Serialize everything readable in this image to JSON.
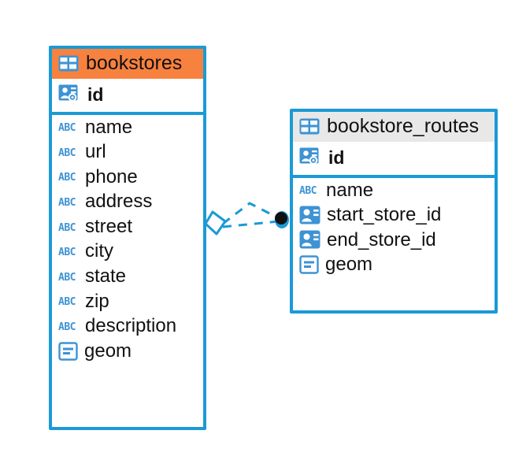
{
  "diagram": {
    "type": "entity-relationship-diagram",
    "colors": {
      "border": "#1b9ad6",
      "header_highlight": "#f7813f",
      "header_default": "#e8e8e8",
      "icon_blue": "#3d93d4",
      "text": "#111111",
      "connector_line": "#1b9ad6",
      "connector_endpoint": "#000000"
    },
    "entities": [
      {
        "name": "bookstores",
        "header_icon": "table-icon",
        "header_style": "accent-orange",
        "primary_key": {
          "label": "id",
          "icon": "primary-key-icon",
          "type": "pk"
        },
        "fields": [
          {
            "label": "name",
            "icon": "text-field-icon",
            "type": "abc"
          },
          {
            "label": "url",
            "icon": "text-field-icon",
            "type": "abc"
          },
          {
            "label": "phone",
            "icon": "text-field-icon",
            "type": "abc"
          },
          {
            "label": "address",
            "icon": "text-field-icon",
            "type": "abc"
          },
          {
            "label": "street",
            "icon": "text-field-icon",
            "type": "abc"
          },
          {
            "label": "city",
            "icon": "text-field-icon",
            "type": "abc"
          },
          {
            "label": "state",
            "icon": "text-field-icon",
            "type": "abc"
          },
          {
            "label": "zip",
            "icon": "text-field-icon",
            "type": "abc"
          },
          {
            "label": "description",
            "icon": "text-field-icon",
            "type": "abc"
          },
          {
            "label": "geom",
            "icon": "geometry-field-icon",
            "type": "geom"
          }
        ]
      },
      {
        "name": "bookstore_routes",
        "header_icon": "table-icon",
        "header_style": "accent-grey",
        "primary_key": {
          "label": "id",
          "icon": "primary-key-icon",
          "type": "pk"
        },
        "fields": [
          {
            "label": "name",
            "icon": "text-field-icon",
            "type": "abc"
          },
          {
            "label": "start_store_id",
            "icon": "foreign-key-icon",
            "type": "fk"
          },
          {
            "label": "end_store_id",
            "icon": "foreign-key-icon",
            "type": "fk"
          },
          {
            "label": "geom",
            "icon": "geometry-field-icon",
            "type": "geom"
          }
        ]
      }
    ],
    "relationship": {
      "from_entity": "bookstores",
      "to_entity": "bookstore_routes",
      "line_style": "dashed",
      "source_marker": "rhombus-marker",
      "target_marker": "filled-circle-marker",
      "branch_count": 2
    }
  }
}
